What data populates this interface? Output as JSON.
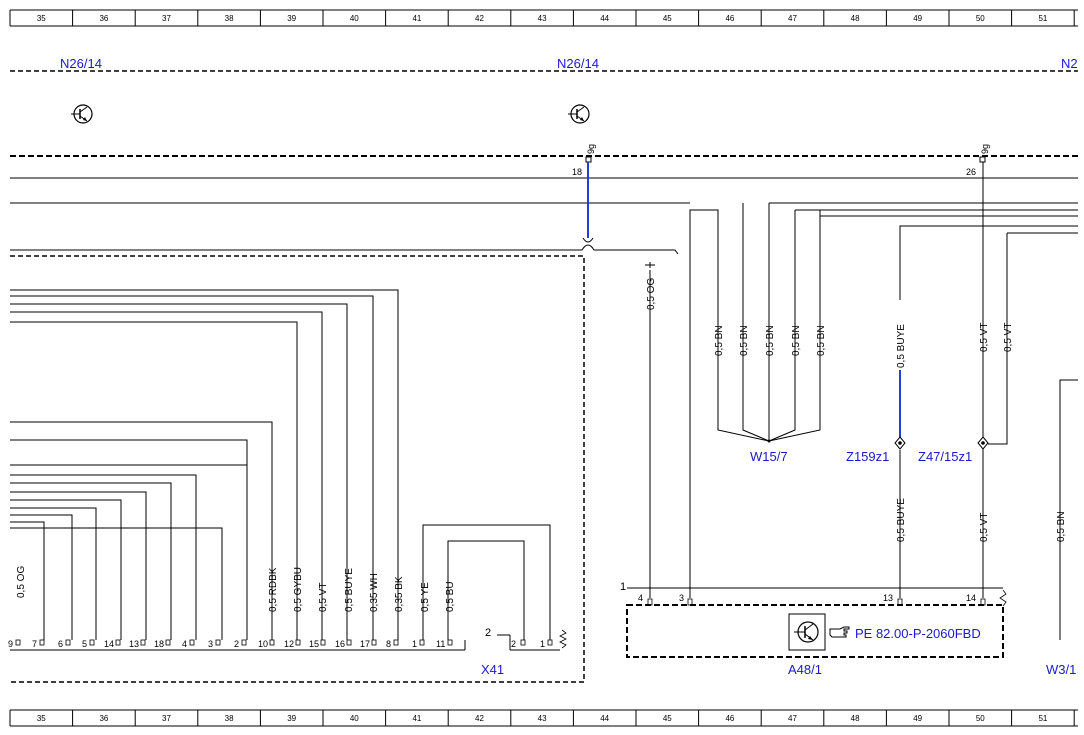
{
  "ruler": {
    "columns": [
      "35",
      "36",
      "37",
      "38",
      "39",
      "40",
      "41",
      "42",
      "43",
      "44",
      "45",
      "46",
      "47",
      "48",
      "49",
      "50",
      "51"
    ]
  },
  "components": {
    "n26_14_left": "N26/14",
    "n26_14_mid": "N26/14",
    "n26_right": "N2",
    "x41": "X41",
    "w15_7": "W15/7",
    "z159z1": "Z159z1",
    "z47_15z1": "Z47/15z1",
    "a48_1": "A48/1",
    "w3_1": "W3/1",
    "pe_reference": "PE 82.00-P-2060FBD"
  },
  "connector_pins": {
    "n26_pin_mid": "18",
    "n26_pin_right": "26",
    "n26_pin_mid_sig": "9g",
    "n26_pin_right_sig": "9g",
    "a48_1_label": "1",
    "a48_pins": [
      "4",
      "3",
      "13",
      "14"
    ],
    "x41_top": "2",
    "x41_pins": [
      "2",
      "1"
    ],
    "bottom_pins": [
      "9",
      "7",
      "6",
      "5",
      "14",
      "13",
      "18",
      "4",
      "3",
      "2",
      "10",
      "12",
      "15",
      "16",
      "17",
      "8",
      "1",
      "11"
    ]
  },
  "wire_labels": {
    "og_top": "0,5 OG",
    "bn_group": [
      "0,5 BN",
      "0,5 BN",
      "0,5 BN",
      "0,5 BN",
      "0,5 BN"
    ],
    "buye_top": "0,5 BUYE",
    "vt_top_1": "0,5 VT",
    "vt_top_2": "0,5 VT",
    "buye_bottom": "0,5 BUYE",
    "vt_bottom": "0,5 VT",
    "bn_right": "0,5 BN",
    "og_bottom": "0,5 OG",
    "bottom_group": [
      "0,5 RDBK",
      "0,5 GYBU",
      "0,5 VT",
      "0,5 BUYE",
      "0,35 WH",
      "0,35 BK",
      "0,5 YE",
      "0,5 BU"
    ]
  },
  "colors": {
    "highlight_wire": "#1f3fd6",
    "reference_text": "#1a1acc"
  }
}
